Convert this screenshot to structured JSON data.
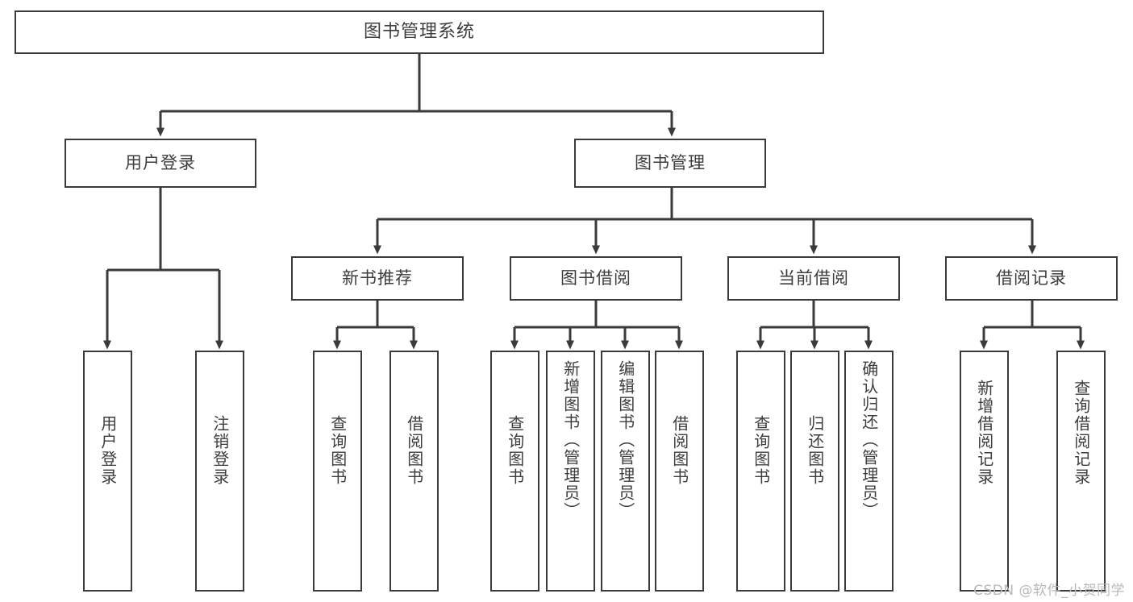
{
  "diagram": {
    "title": "图书管理系统",
    "type": "tree",
    "root": {
      "id": "root",
      "label": "图书管理系统"
    },
    "level1": [
      {
        "id": "user-login",
        "label": "用户登录"
      },
      {
        "id": "book-manage",
        "label": "图书管理"
      }
    ],
    "level2": [
      {
        "id": "new-book-recommend",
        "label": "新书推荐",
        "parent": "book-manage"
      },
      {
        "id": "book-borrow",
        "label": "图书借阅",
        "parent": "book-manage"
      },
      {
        "id": "current-borrow",
        "label": "当前借阅",
        "parent": "book-manage"
      },
      {
        "id": "borrow-record",
        "label": "借阅记录",
        "parent": "book-manage"
      }
    ],
    "leaves": [
      {
        "id": "leaf-user-login",
        "label": "用户登录",
        "parent": "user-login"
      },
      {
        "id": "leaf-logout-login",
        "label": "注销登录",
        "parent": "user-login"
      },
      {
        "id": "leaf-query-book-1",
        "label": "查询图书",
        "parent": "new-book-recommend"
      },
      {
        "id": "leaf-borrow-book-1",
        "label": "借阅图书",
        "parent": "new-book-recommend"
      },
      {
        "id": "leaf-query-book-2",
        "label": "查询图书",
        "parent": "book-borrow"
      },
      {
        "id": "leaf-add-book",
        "label": "新增图书（管理员）",
        "parent": "book-borrow"
      },
      {
        "id": "leaf-edit-book",
        "label": "编辑图书（管理员）",
        "parent": "book-borrow"
      },
      {
        "id": "leaf-borrow-book-2",
        "label": "借阅图书",
        "parent": "book-borrow"
      },
      {
        "id": "leaf-query-book-3",
        "label": "查询图书",
        "parent": "current-borrow"
      },
      {
        "id": "leaf-return-book",
        "label": "归还图书",
        "parent": "current-borrow"
      },
      {
        "id": "leaf-confirm-return",
        "label": "确认归还（管理员）",
        "parent": "current-borrow"
      },
      {
        "id": "leaf-add-record",
        "label": "新增借阅记录",
        "parent": "borrow-record"
      },
      {
        "id": "leaf-query-record",
        "label": "查询借阅记录",
        "parent": "borrow-record"
      }
    ]
  },
  "watermark": {
    "text": "CSDN @软件_小贺同学"
  },
  "colors": {
    "stroke": "#3a3a3a",
    "text": "#3d3d3d",
    "background": "#ffffff",
    "watermark": "#b9b9b9"
  }
}
